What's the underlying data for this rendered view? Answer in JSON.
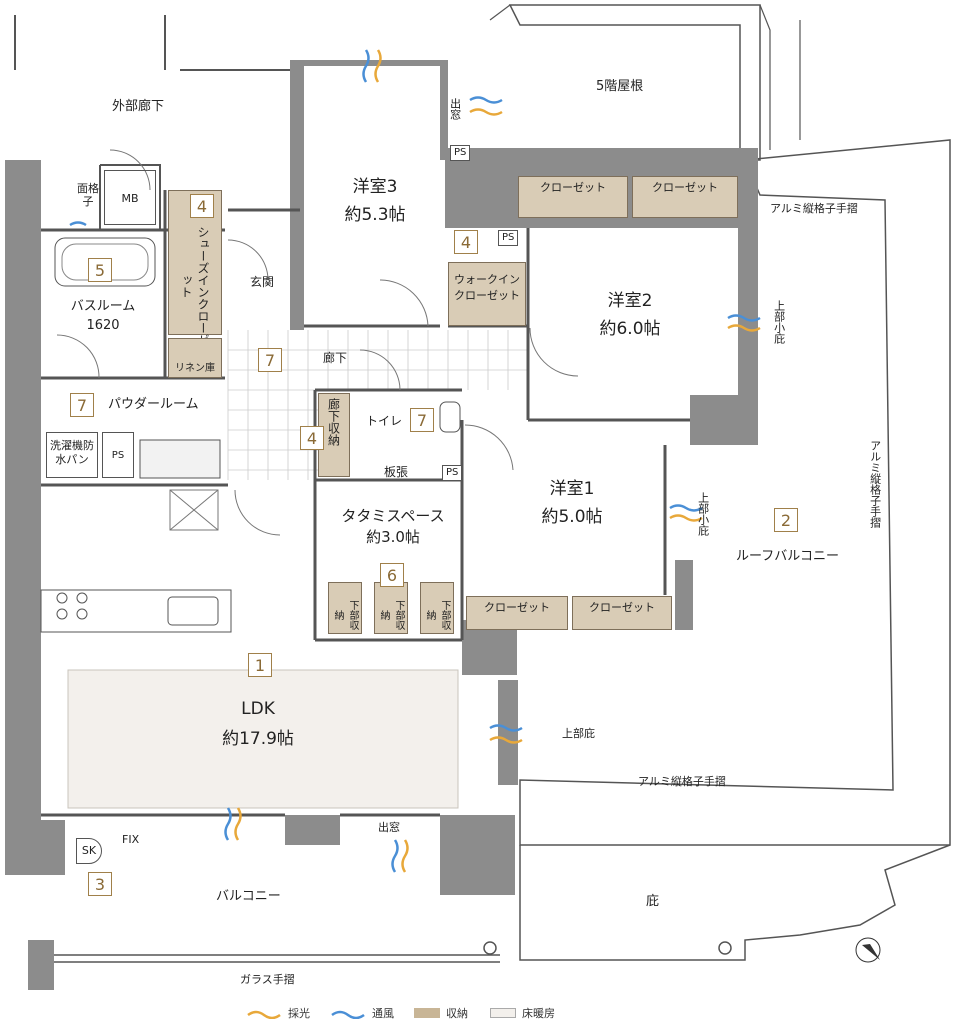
{
  "rooms": {
    "western3": {
      "name": "洋室3",
      "size": "約5.3帖"
    },
    "western2": {
      "name": "洋室2",
      "size": "約6.0帖"
    },
    "western1": {
      "name": "洋室1",
      "size": "約5.0帖"
    },
    "ldk": {
      "name": "LDK",
      "size": "約17.9帖"
    },
    "tatami": {
      "name": "タタミスペース",
      "size": "約3.0帖"
    },
    "bathroom": {
      "name": "バスルーム",
      "size": "1620"
    },
    "powder": "パウダールーム",
    "toilet": "トイレ",
    "hall": "廊下",
    "entrance": "玄関",
    "outer_corridor": "外部廊下"
  },
  "storage": {
    "closet": "クローゼット",
    "shoes_in": "シューズインクローゼット",
    "walk_in": "ウォークインクローゼット",
    "linen": "リネン庫",
    "hall_storage": "廊下収納",
    "under_storage": "下部収納"
  },
  "fixtures": {
    "mb": "MB",
    "ps": "PS",
    "sk": "SK",
    "fix": "FIX",
    "plank": "板張",
    "washer": "洗濯機防水パン",
    "lattice": "面格子",
    "bay_window": "出窓"
  },
  "exterior": {
    "roof_5f": "5階屋根",
    "roof_balcony": "ルーフバルコニー",
    "balcony": "バルコニー",
    "eaves": "庇",
    "upper_eaves": "上部庇",
    "upper_small_eaves": "上部小庇",
    "alu_rail": "アルミ縦格子手摺",
    "glass_rail": "ガラス手摺"
  },
  "badges": [
    "1",
    "2",
    "3",
    "4",
    "5",
    "6",
    "7"
  ],
  "legend": [
    {
      "label": "採光",
      "color": "#e8a83a",
      "icon": "light-wave-icon"
    },
    {
      "label": "通風",
      "color": "#4a8fd6",
      "icon": "wind-wave-icon"
    },
    {
      "label": "収納",
      "color": "#c8b596",
      "icon": "storage-swatch"
    },
    {
      "label": "床暖房",
      "color": "#f3f0ec",
      "icon": "floor-heating-swatch"
    }
  ],
  "colors": {
    "wall": "#8c8c8c",
    "storage": "#d9ccb6",
    "floor_heating": "#f3f0ec",
    "badge": "#a0804a"
  }
}
